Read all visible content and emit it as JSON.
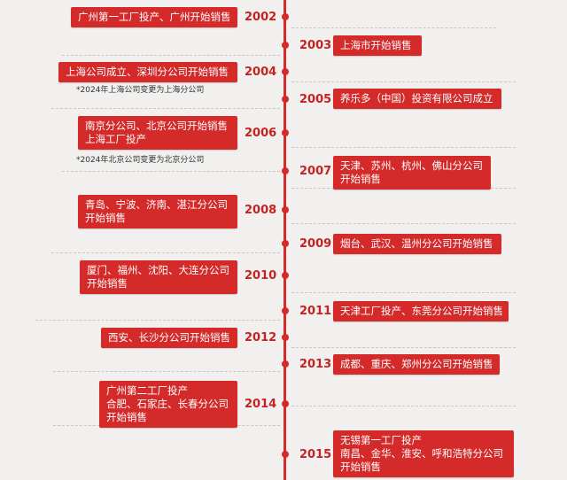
{
  "accent": "#d42a2a",
  "events": [
    {
      "year": "2002",
      "lines": [
        "广州第一工厂投产、广州开始销售"
      ]
    },
    {
      "year": "2003",
      "lines": [
        "上海市开始销售"
      ]
    },
    {
      "year": "2004",
      "lines": [
        "上海公司成立、深圳分公司开始销售"
      ],
      "note": "*2024年上海公司变更为上海分公司"
    },
    {
      "year": "2005",
      "lines": [
        "养乐多（中国）投资有限公司成立"
      ]
    },
    {
      "year": "2006",
      "lines": [
        "南京分公司、北京公司开始销售",
        "上海工厂投产"
      ],
      "note": "*2024年北京公司变更为北京分公司"
    },
    {
      "year": "2007",
      "lines": [
        "天津、苏州、杭州、佛山分公司",
        "开始销售"
      ]
    },
    {
      "year": "2008",
      "lines": [
        "青岛、宁波、济南、湛江分公司",
        "开始销售"
      ]
    },
    {
      "year": "2009",
      "lines": [
        "烟台、武汉、温州分公司开始销售"
      ]
    },
    {
      "year": "2010",
      "lines": [
        "厦门、福州、沈阳、大连分公司",
        "开始销售"
      ]
    },
    {
      "year": "2011",
      "lines": [
        "天津工厂投产、东莞分公司开始销售"
      ]
    },
    {
      "year": "2012",
      "lines": [
        "西安、长沙分公司开始销售"
      ]
    },
    {
      "year": "2013",
      "lines": [
        "成都、重庆、郑州分公司开始销售"
      ]
    },
    {
      "year": "2014",
      "lines": [
        "广州第二工厂投产",
        "合肥、石家庄、长春分公司",
        "开始销售"
      ]
    },
    {
      "year": "2015",
      "lines": [
        "无锡第一工厂投产",
        "南昌、金华、淮安、呼和浩特分公司",
        "开始销售"
      ]
    }
  ]
}
